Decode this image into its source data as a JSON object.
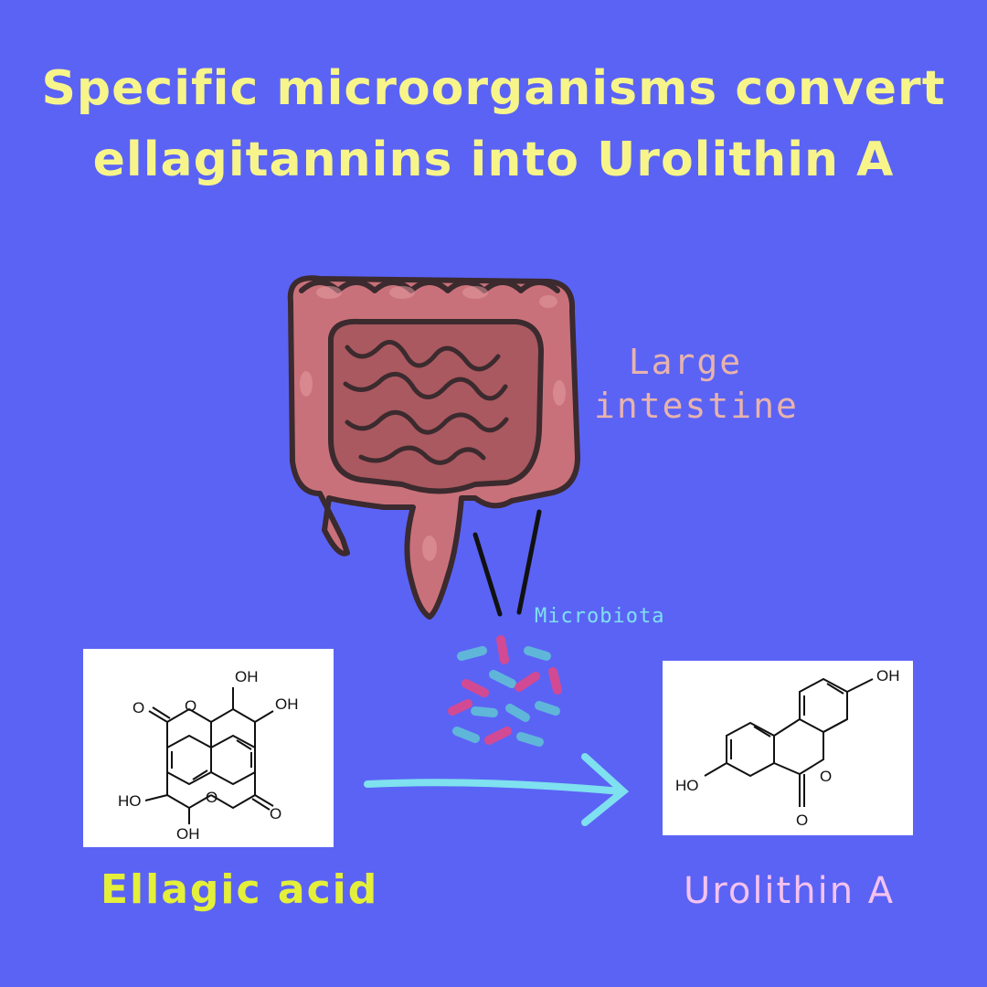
{
  "title": {
    "line1": "Specific microorganisms convert",
    "line2": "ellagitannins into Urolithin A"
  },
  "labels": {
    "intestine_line1": "Large",
    "intestine_line2": "intestine",
    "microbiota": "Microbiota",
    "ellagic": "Ellagic acid",
    "urolithin": "Urolithin A"
  },
  "chem": {
    "ellagic": {
      "oh1": "OH",
      "oh2": "OH",
      "ho1": "HO",
      "oh3": "OH",
      "o1": "O",
      "o2": "O",
      "o3": "O",
      "o4": "O"
    },
    "urolithin": {
      "oh": "OH",
      "ho": "HO",
      "o1": "O",
      "o2": "O"
    }
  },
  "colors": {
    "background": "#5b63f5",
    "title": "#f7f58a",
    "intestine": "#c9717a",
    "arrow": "#7fe0ef",
    "bacteria_blue": "#5fb6d9",
    "bacteria_pink": "#d24a93"
  }
}
